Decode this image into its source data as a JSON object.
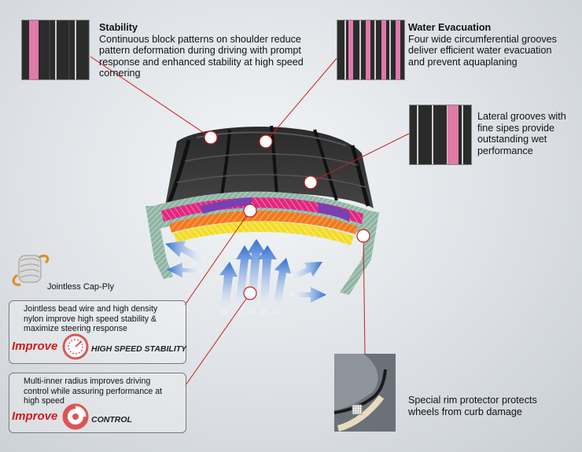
{
  "stability": {
    "title": "Stability",
    "body": "Continuous block patterns on shoulder reduce pattern deformation during driving with prompt response and enhanced stability at high speed cornering"
  },
  "water": {
    "title": "Water Evacuation",
    "body": "Four wide circumferential grooves deliver efficient water evacuation and prevent aquaplaning"
  },
  "lateral": {
    "body": "Lateral grooves with fine sipes  provide outstanding wet performance"
  },
  "capply": {
    "label": "Jointless Cap-Ply"
  },
  "box1": {
    "text": "Jointless bead wire and high density nylon improve high speed stability & maximize steering response",
    "improve": "Improve",
    "tag": "HIGH SPEED STABILITY"
  },
  "box2": {
    "text": "Multi-inner radius improves driving control while assuring performance at high speed",
    "improve": "Improve",
    "tag": "CONTROL"
  },
  "rim": {
    "body": "Special rim protector protects wheels from curb damage"
  },
  "colors": {
    "accent_red": "#d01c1c",
    "magenta_band": "#e0287f",
    "purple_band": "#7a3fb0",
    "orange_band": "#f07a1e",
    "yellow_band": "#f2dc2a"
  }
}
